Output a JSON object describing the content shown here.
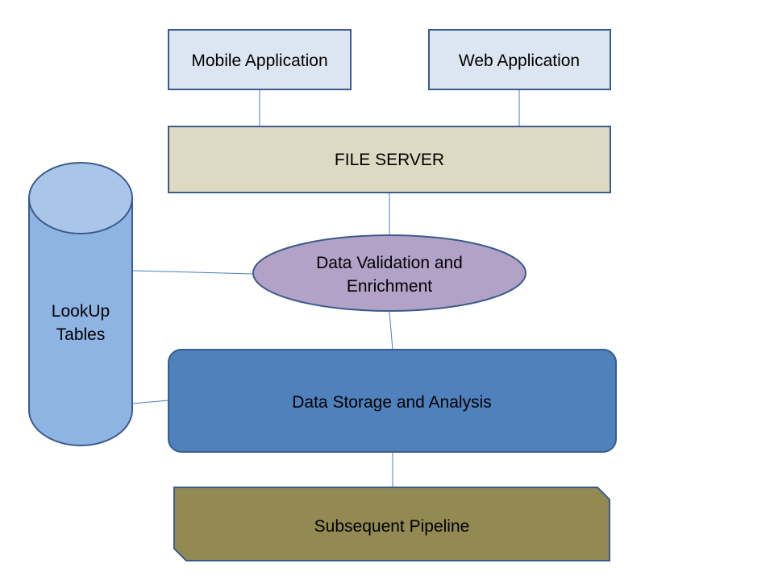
{
  "nodes": {
    "mobile_app": {
      "label": "Mobile Application"
    },
    "web_app": {
      "label": "Web Application"
    },
    "file_server": {
      "label": "FILE SERVER"
    },
    "validation": {
      "line1": "Data Validation and",
      "line2": "Enrichment"
    },
    "lookup": {
      "line1": "LookUp",
      "line2": "Tables"
    },
    "storage": {
      "label": "Data Storage and Analysis"
    },
    "pipeline": {
      "label": "Subsequent Pipeline"
    }
  },
  "colors": {
    "app_box_fill": "#dce6f2",
    "app_box_stroke": "#3b5b8c",
    "file_server_fill": "#ddd9c3",
    "validation_fill": "#b3a2c7",
    "lookup_body_fill": "#8eb4e3",
    "lookup_top_fill": "#a9c6e8",
    "storage_fill": "#4f81bd",
    "pipeline_fill": "#938953",
    "connector_stroke": "#4a7ebb"
  }
}
